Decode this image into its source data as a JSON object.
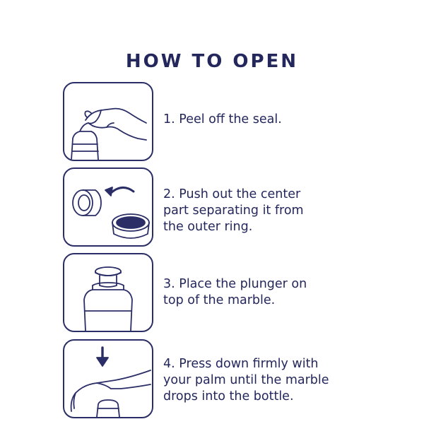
{
  "title": "HOW TO OPEN",
  "steps": [
    {
      "icon": "peel-seal-illustration",
      "lines": [
        "1. Peel off the seal."
      ]
    },
    {
      "icon": "push-center-illustration",
      "lines": [
        "2. Push out the center",
        "part separating it from",
        "the outer ring."
      ]
    },
    {
      "icon": "place-plunger-illustration",
      "lines": [
        "3. Place the plunger on",
        "top of the marble."
      ]
    },
    {
      "icon": "press-down-illustration",
      "lines": [
        "4. Press down firmly with",
        "your palm until the marble",
        "drops into the bottle."
      ]
    }
  ],
  "colors": {
    "ink": "#24275c",
    "background": "#ffffff"
  }
}
